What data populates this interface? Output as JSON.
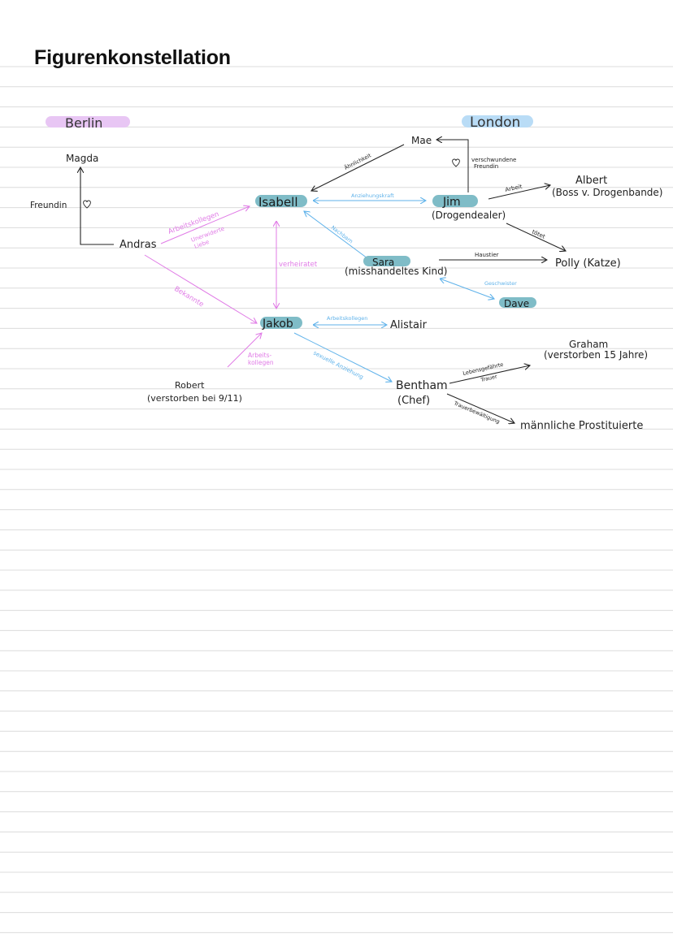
{
  "title": "Figurenkonstellation",
  "colors": {
    "line_gray": "#d9d9d9",
    "black": "#222222",
    "pink": "#e07be6",
    "pink_hl": "#e8c6f4",
    "blue": "#5fb2ea",
    "blue_hl": "#b9dcf6",
    "teal_hl": "#7fbcc7"
  },
  "places": {
    "berlin": "Berlin",
    "london": "London"
  },
  "people": {
    "magda": "Magda",
    "andras": "Andras",
    "isabell": "Isabell",
    "jakob": "Jakob",
    "robert": "Robert",
    "robert_note": "(verstorben bei 9/11)",
    "mae": "Mae",
    "jim": "Jim",
    "jim_note": "(Drogendealer)",
    "albert": "Albert",
    "albert_note": "(Boss v. Drogenbande)",
    "sara": "Sara",
    "sara_note": "(misshandeltes Kind)",
    "polly": "Polly (Katze)",
    "dave": "Dave",
    "alistair": "Alistair",
    "graham": "Graham",
    "graham_note": "(verstorben 15 Jahre)",
    "bentham": "Bentham",
    "bentham_note": "(Chef)",
    "prostituierte": "männliche Prostituierte"
  },
  "relations": {
    "freundin": "Freundin",
    "arbeitskollegen": "Arbeitskollegen",
    "unerwiderte_liebe_1": "Unerwiderte",
    "unerwiderte_liebe_2": "Liebe",
    "bekannte": "Bekannte",
    "verheiratet": "verheiratet",
    "aehnlichkeit": "Ähnlichkeit",
    "verschwundene_1": "verschwundene",
    "verschwundene_2": "Freundin",
    "anziehungskraft": "Anziehungskraft",
    "arbeit": "Arbeit",
    "toetet": "tötet",
    "nachbarn": "Nachbarn",
    "haustier": "Haustier",
    "geschwister": "Geschwister",
    "arbeitskollegen_2": "Arbeitskollegen",
    "arbeits_kollegen_1": "Arbeits-",
    "arbeits_kollegen_2": "kollegen",
    "sexuelle_anziehung": "sexuelle Anziehung",
    "lebensgefaehrte": "Lebensgefährte",
    "trauer": "Trauer",
    "trauerbewaeltigung": "Trauerbewältigung"
  }
}
